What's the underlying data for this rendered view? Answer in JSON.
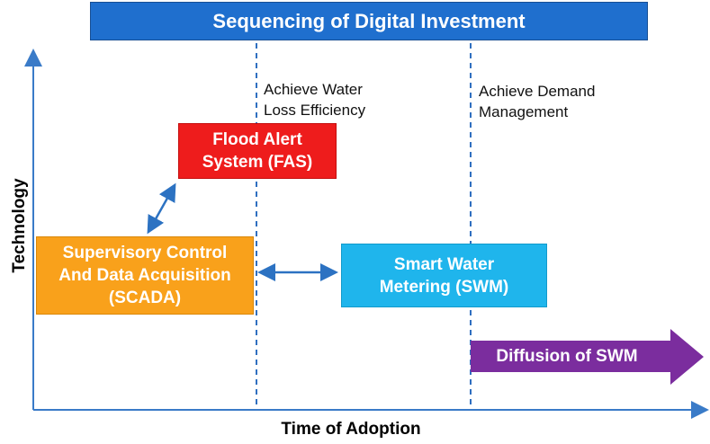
{
  "title": "Sequencing of Digital Investment",
  "axes": {
    "x_label": "Time of Adoption",
    "y_label": "Technology"
  },
  "milestones": [
    {
      "line1": "Achieve Water",
      "line2": "Loss Efficiency"
    },
    {
      "line1": "Achieve Demand",
      "line2": "Management"
    }
  ],
  "boxes": {
    "fas": {
      "line1": "Flood Alert",
      "line2": "System (FAS)"
    },
    "scada": {
      "line1": "Supervisory Control",
      "line2": "And Data Acquisition",
      "line3": "(SCADA)"
    },
    "swm": {
      "line1": "Smart Water",
      "line2": "Metering (SWM)"
    }
  },
  "diffusion": {
    "label": "Diffusion of SWM"
  },
  "colors": {
    "banner": "#1f6fce",
    "fas": "#ee1c1c",
    "scada": "#f9a11b",
    "swm": "#1fb5ec",
    "diffusion": "#7b2d9e",
    "axis": "#3a7bc8",
    "connector": "#2c72c2"
  }
}
